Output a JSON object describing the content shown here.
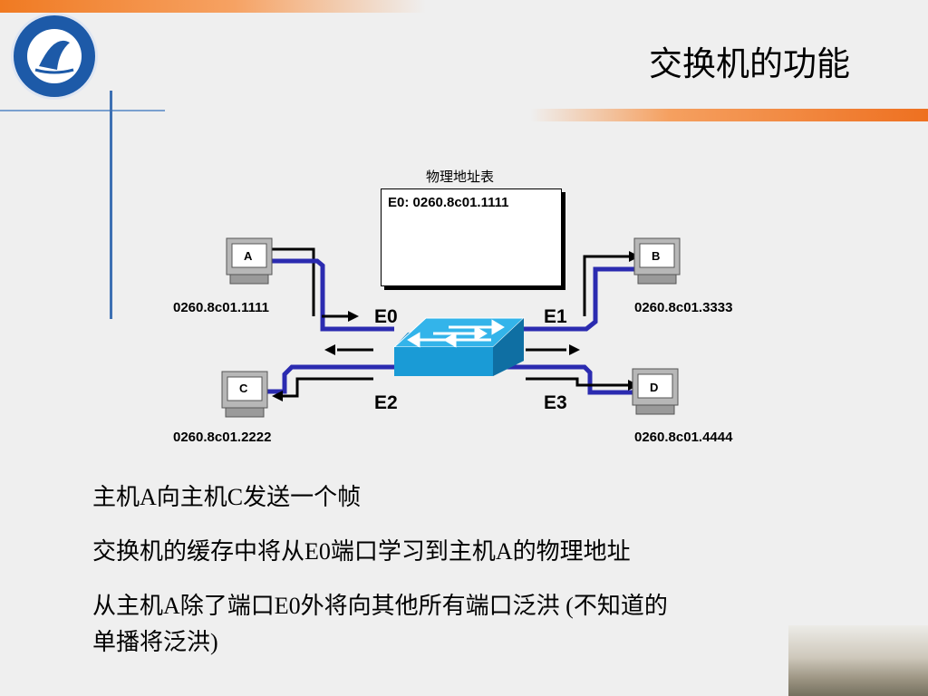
{
  "title": "交换机的功能",
  "diagram": {
    "table_title": "物理地址表",
    "table_entry": "E0:  0260.8c01.1111",
    "hosts": {
      "A": {
        "label": "A",
        "mac": "0260.8c01.1111"
      },
      "B": {
        "label": "B",
        "mac": "0260.8c01.3333"
      },
      "C": {
        "label": "C",
        "mac": "0260.8c01.2222"
      },
      "D": {
        "label": "D",
        "mac": "0260.8c01.4444"
      }
    },
    "ports": {
      "e0": "E0",
      "e1": "E1",
      "e2": "E2",
      "e3": "E3"
    }
  },
  "bullets": [
    "主机A向主机C发送一个帧",
    "交换机的缓存中将从E0端口学习到主机A的物理地址",
    "从主机A除了端口E0外将向其他所有端口泛洪 (不知道的",
    "单播将泛洪)"
  ],
  "colors": {
    "accent": "#f07a22",
    "line_blue": "#3d70b3",
    "switch": "#1a9bd6",
    "cable": "#2b2bb0"
  }
}
